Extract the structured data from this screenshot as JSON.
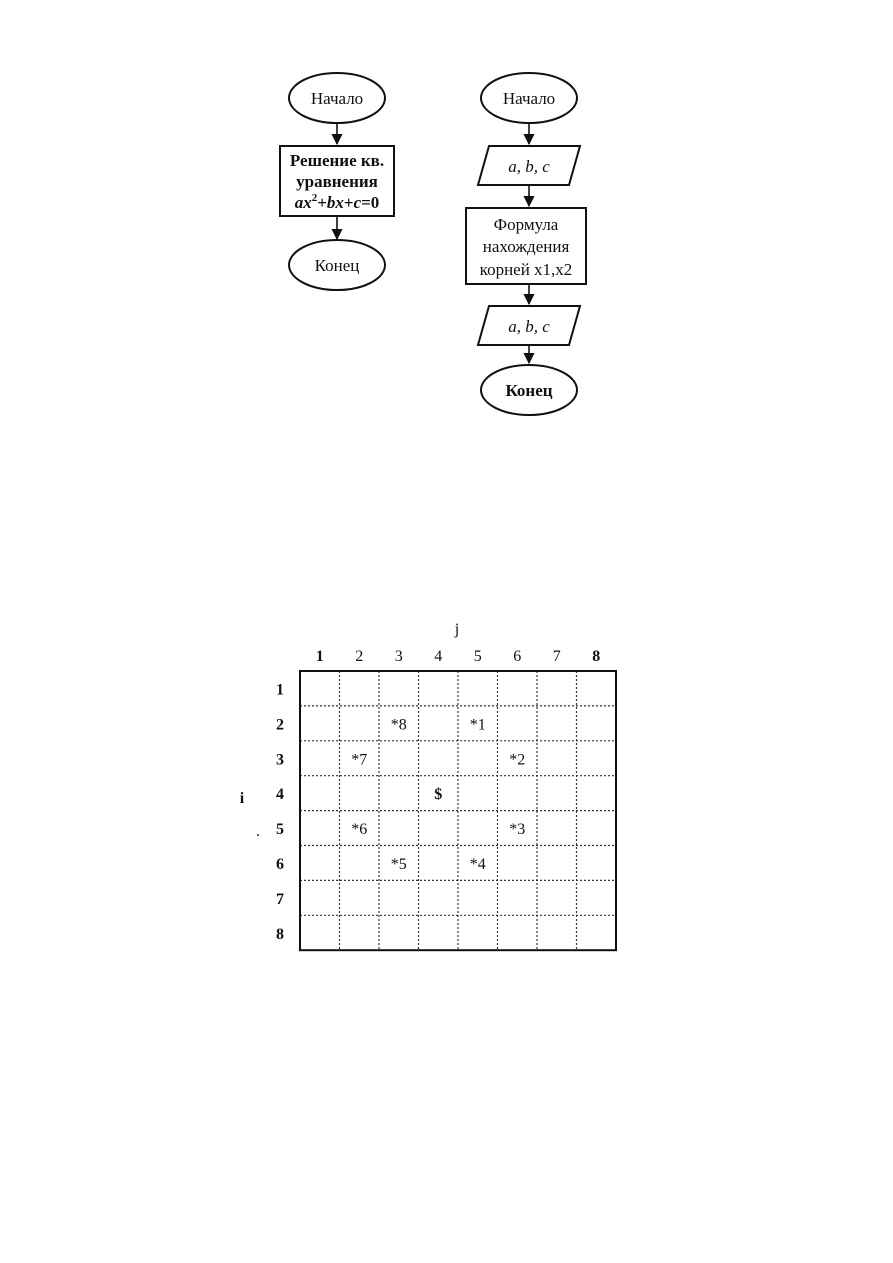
{
  "flow_left": {
    "start": "Начало",
    "process": [
      "Решение кв.",
      "уравнения"
    ],
    "equation": {
      "a": "a",
      "x1": "x",
      "exp": "2",
      "plus1": "+",
      "b": "b",
      "x2": "x",
      "plus2": "+",
      "c": "c",
      "eq": "=0"
    },
    "end": "Конец"
  },
  "flow_right": {
    "start": "Начало",
    "input": {
      "a": "a",
      "sep1": ", ",
      "b": "b",
      "sep2": ", ",
      "c": "c"
    },
    "process": [
      "Формула",
      "нахождения",
      "корней x1,x2"
    ],
    "output": {
      "a": "a",
      "sep1": ", ",
      "b": "b",
      "sep2": ", ",
      "c": "c"
    },
    "end": "Конец"
  },
  "grid": {
    "col_axis": "j",
    "row_axis": "i",
    "stray_mark": ".",
    "col_labels": [
      "1",
      "2",
      "3",
      "4",
      "5",
      "6",
      "7",
      "8"
    ],
    "row_labels": [
      "1",
      "2",
      "3",
      "4",
      "5",
      "6",
      "7",
      "8"
    ],
    "marks": [
      {
        "row": 2,
        "col": 3,
        "text": "*8"
      },
      {
        "row": 2,
        "col": 5,
        "text": "*1"
      },
      {
        "row": 3,
        "col": 2,
        "text": "*7"
      },
      {
        "row": 3,
        "col": 6,
        "text": "*2"
      },
      {
        "row": 4,
        "col": 4,
        "text": "$"
      },
      {
        "row": 5,
        "col": 2,
        "text": "*6"
      },
      {
        "row": 5,
        "col": 6,
        "text": "*3"
      },
      {
        "row": 6,
        "col": 3,
        "text": "*5"
      },
      {
        "row": 6,
        "col": 5,
        "text": "*4"
      }
    ]
  }
}
